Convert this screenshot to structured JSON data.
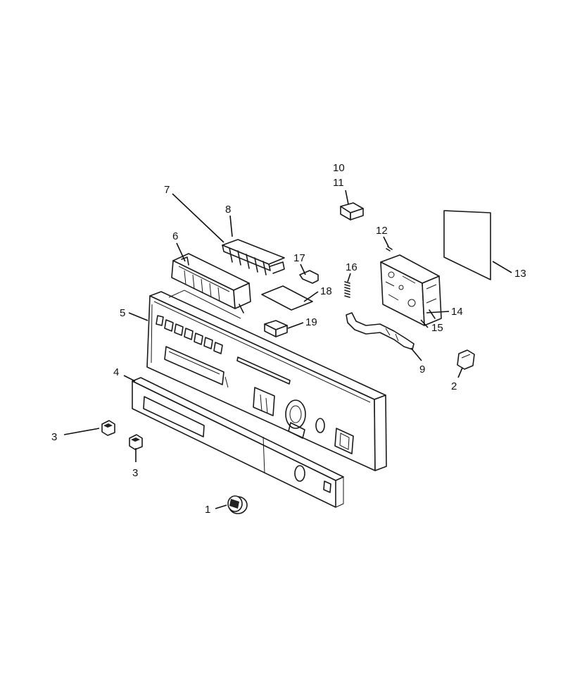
{
  "callouts": [
    {
      "id": "1",
      "text": "1"
    },
    {
      "id": "2",
      "text": "2"
    },
    {
      "id": "3a",
      "text": "3"
    },
    {
      "id": "3b",
      "text": "3"
    },
    {
      "id": "4",
      "text": "4"
    },
    {
      "id": "5",
      "text": "5"
    },
    {
      "id": "6",
      "text": "6"
    },
    {
      "id": "7",
      "text": "7"
    },
    {
      "id": "8",
      "text": "8"
    },
    {
      "id": "9",
      "text": "9"
    },
    {
      "id": "10",
      "text": "10"
    },
    {
      "id": "11",
      "text": "11"
    },
    {
      "id": "12",
      "text": "12"
    },
    {
      "id": "13",
      "text": "13"
    },
    {
      "id": "14",
      "text": "14"
    },
    {
      "id": "15",
      "text": "15"
    },
    {
      "id": "16",
      "text": "16"
    },
    {
      "id": "17",
      "text": "17"
    },
    {
      "id": "18",
      "text": "18"
    },
    {
      "id": "19",
      "text": "19"
    }
  ]
}
